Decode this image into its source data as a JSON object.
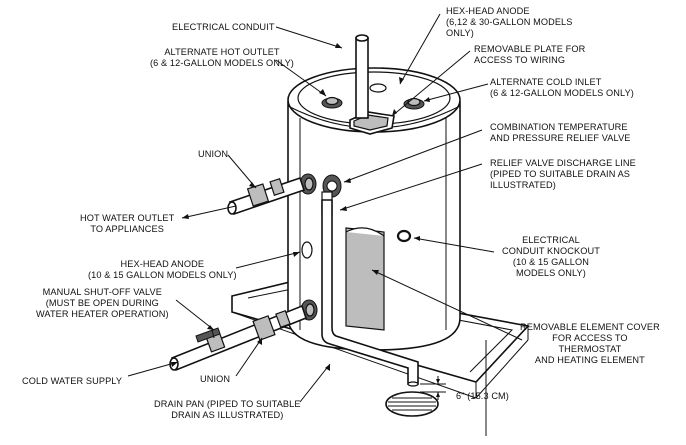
{
  "labels": {
    "electrical_conduit": "ELECTRICAL CONDUIT",
    "alt_hot_outlet": "ALTERNATE HOT OUTLET\n(6 & 12-GALLON MODELS ONLY)",
    "hex_anode_top": "HEX-HEAD ANODE\n(6,12 & 30-GALLON MODELS\nONLY)",
    "removable_plate": "REMOVABLE PLATE FOR\nACCESS TO WIRING",
    "alt_cold_inlet": "ALTERNATE COLD INLET\n(6 & 12-GALLON MODELS ONLY)",
    "combo_valve": "COMBINATION TEMPERATURE\nAND PRESSURE RELIEF VALVE",
    "relief_line": "RELIEF VALVE DISCHARGE LINE\n(PIPED TO SUITABLE DRAIN AS\nILLUSTRATED)",
    "union_top": "UNION",
    "hot_outlet": "HOT WATER OUTLET\nTO APPLIANCES",
    "hex_anode_side": "HEX-HEAD ANODE\n(10 & 15 GALLON MODELS ONLY)",
    "knockout": "ELECTRICAL\nCONDUIT KNOCKOUT\n(10 & 15 GALLON\nMODELS ONLY)",
    "shutoff_valve": "MANUAL SHUT-OFF VALVE\n(MUST BE OPEN DURING\nWATER HEATER OPERATION)",
    "element_cover": "REMOVABLE ELEMENT COVER\nFOR ACCESS TO\nTHERMOSTAT\nAND HEATING ELEMENT",
    "cold_supply": "COLD WATER SUPPLY",
    "union_bottom": "UNION",
    "drain_pan": "DRAIN PAN (PIPED TO SUITABLE\nDRAIN AS ILLUSTRATED)",
    "gap": "6\" (15.3 cm)"
  }
}
